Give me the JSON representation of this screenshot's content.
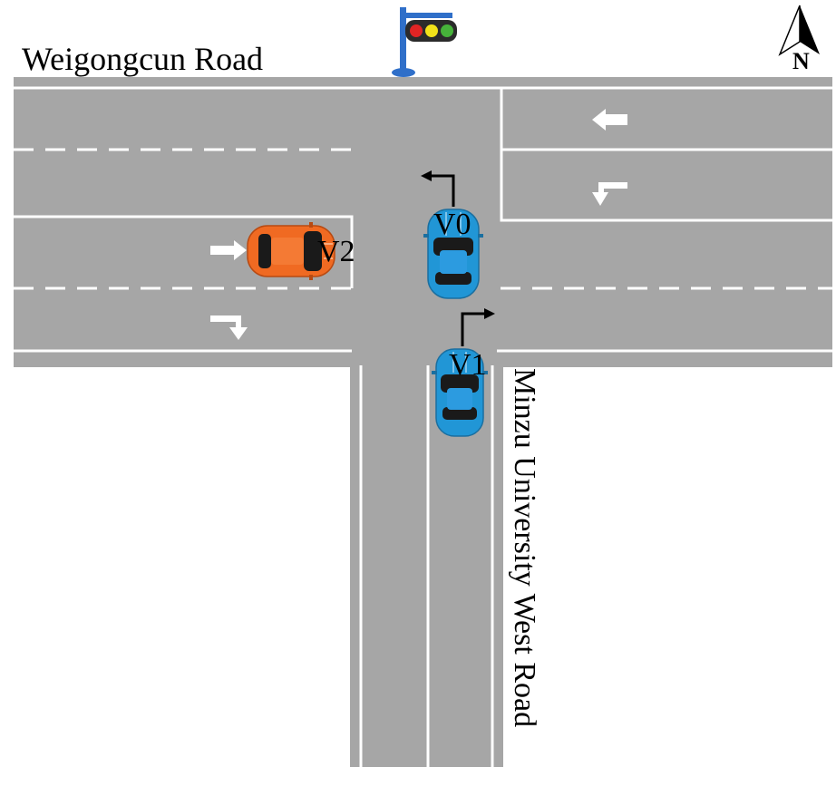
{
  "roads": {
    "horizontal_name": "Weigongcun Road",
    "vertical_name": "Minzu University West Road"
  },
  "compass": {
    "label": "N"
  },
  "vehicles": [
    {
      "id": "V0",
      "label": "V0",
      "color": "#2196d6",
      "maneuver": "left-turn"
    },
    {
      "id": "V1",
      "label": "V1",
      "color": "#2196d6",
      "maneuver": "right-turn"
    },
    {
      "id": "V2",
      "label": "V2",
      "color": "#f06a22",
      "maneuver": "straight"
    }
  ],
  "traffic_light": {
    "lamps": [
      "red",
      "yellow",
      "green"
    ]
  },
  "colors": {
    "road": "#a6a6a6",
    "marking": "#ffffff",
    "pole": "#2f6fc9"
  }
}
